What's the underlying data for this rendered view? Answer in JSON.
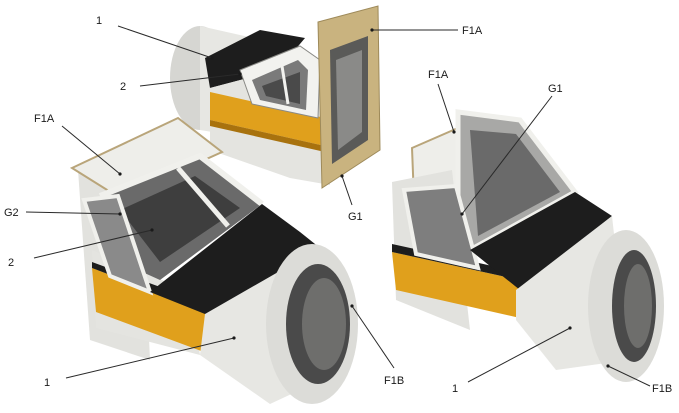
{
  "labels": {
    "top_part_1": "1",
    "top_part_2": "2",
    "top_frame": "F1A",
    "top_glass": "G1",
    "left_frame": "F1A",
    "left_glass_g2": "G2",
    "left_part_2": "2",
    "left_part_1": "1",
    "left_ring": "F1B",
    "right_frame": "F1A",
    "right_glass": "G1",
    "right_part_1": "1",
    "right_ring": "F1B"
  },
  "colors": {
    "body_white": "#e7e7e3",
    "body_shade": "#c9c9c4",
    "stripe_yellow": "#e0a01c",
    "stripe_dark": "#a8720e",
    "black_band": "#1d1d1d",
    "cardboard": "#c9b37f",
    "glass": "#9a9a9a",
    "interior": "#4a4a4a"
  }
}
